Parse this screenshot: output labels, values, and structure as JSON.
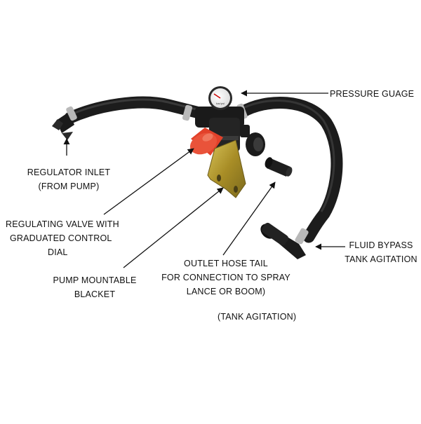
{
  "labels": {
    "pressure_gauge": "PRESSURE GUAGE",
    "regulator_inlet": [
      "REGULATOR INLET",
      "(FROM PUMP)"
    ],
    "regulating_valve": [
      "REGULATING VALVE WITH",
      "GRADUATED CONTROL",
      "DIAL"
    ],
    "pump_bracket": [
      "PUMP MOUNTABLE",
      "BLACKET"
    ],
    "outlet_hose": [
      "OUTLET HOSE TAIL",
      "FOR CONNECTION TO SPRAY",
      "LANCE OR BOOM)"
    ],
    "tank_agitation_note": "(TANK AGITATION)",
    "fluid_bypass": [
      "FLUID BYPASS",
      "TANK AGITATION"
    ]
  },
  "gauge_face": "bar/psi",
  "colors": {
    "hose": "#1c1c1c",
    "bracket": "#b39a2e",
    "dial": "#e2412a",
    "clamp": "#b9b9b9",
    "text": "#111111"
  }
}
